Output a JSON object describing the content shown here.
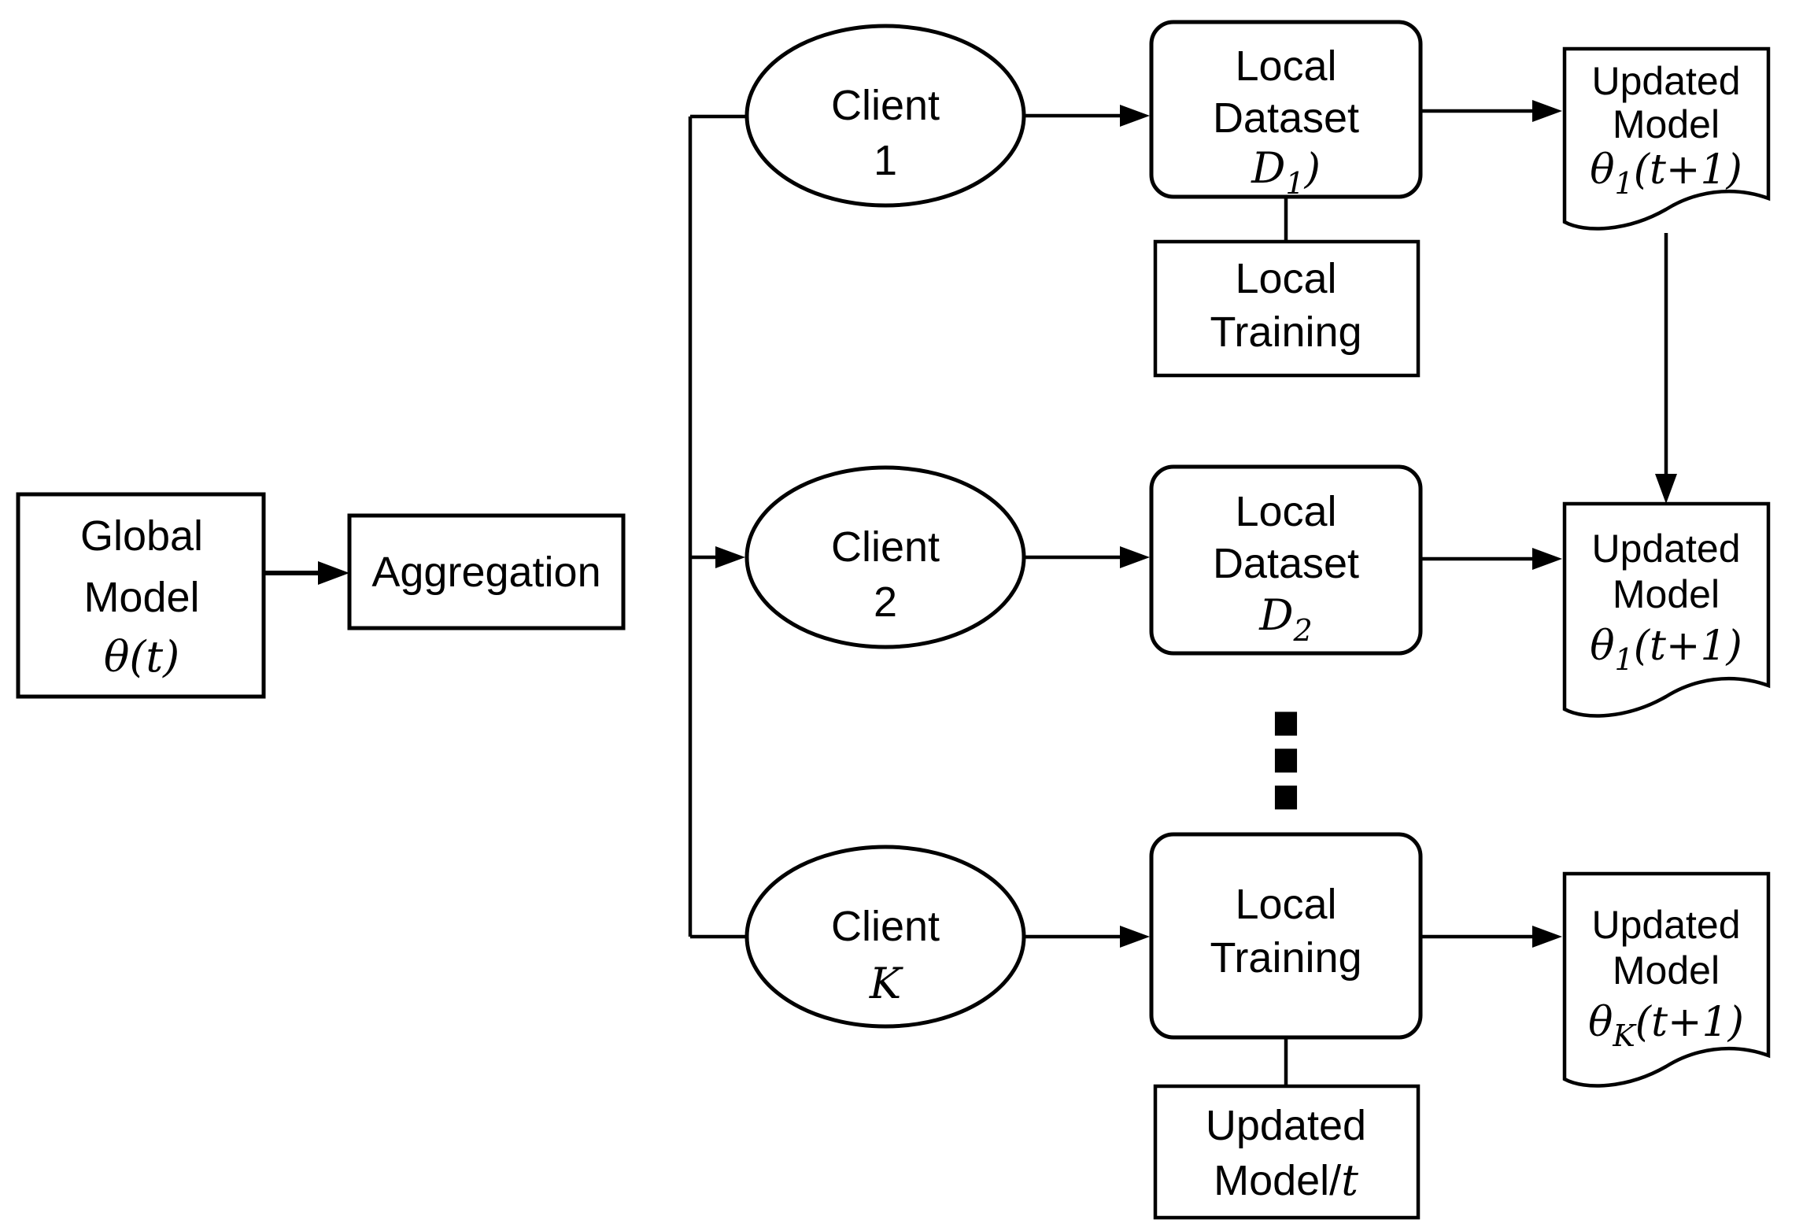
{
  "figure": {
    "background_color": "#ffffff",
    "line_color": "#000000",
    "nodes": {
      "global_model": {
        "line1": "Global",
        "line2": "Model",
        "math": "θ(t)"
      },
      "aggregation": {
        "label": "Aggregation"
      },
      "client_1": {
        "line1": "Client",
        "line2": "1"
      },
      "client_2": {
        "line1": "Client",
        "line2": "2"
      },
      "client_k": {
        "line1": "Client",
        "line2": "K"
      },
      "local_dataset_1": {
        "line1": "Local",
        "line2": "Dataset",
        "sym": "D",
        "sub": "1",
        "tail": ")"
      },
      "local_training_1": {
        "line1": "Local",
        "line2": "Training"
      },
      "local_dataset_2": {
        "line1": "Local",
        "line2": "Dataset",
        "sym": "D",
        "sub": "2",
        "tail": ""
      },
      "local_training_k": {
        "line1": "Local",
        "line2": "Training"
      },
      "updated_model_t": {
        "line1": "Updated",
        "line2": "Model/",
        "sym": "t"
      },
      "updated_model_1a": {
        "line1": "Updated",
        "line2": "Model",
        "sym": "θ",
        "sub": "1",
        "tail": "(t+1)"
      },
      "updated_model_1b": {
        "line1": "Updated",
        "line2": "Model",
        "sym": "θ",
        "sub": "1",
        "tail": "(t+1)"
      },
      "updated_model_k": {
        "line1": "Updated",
        "line2": "Model",
        "sym": "θ",
        "sub": "K",
        "tail": "(t+1)"
      }
    },
    "icons": {
      "vertical_ellipsis": "⋮"
    }
  }
}
